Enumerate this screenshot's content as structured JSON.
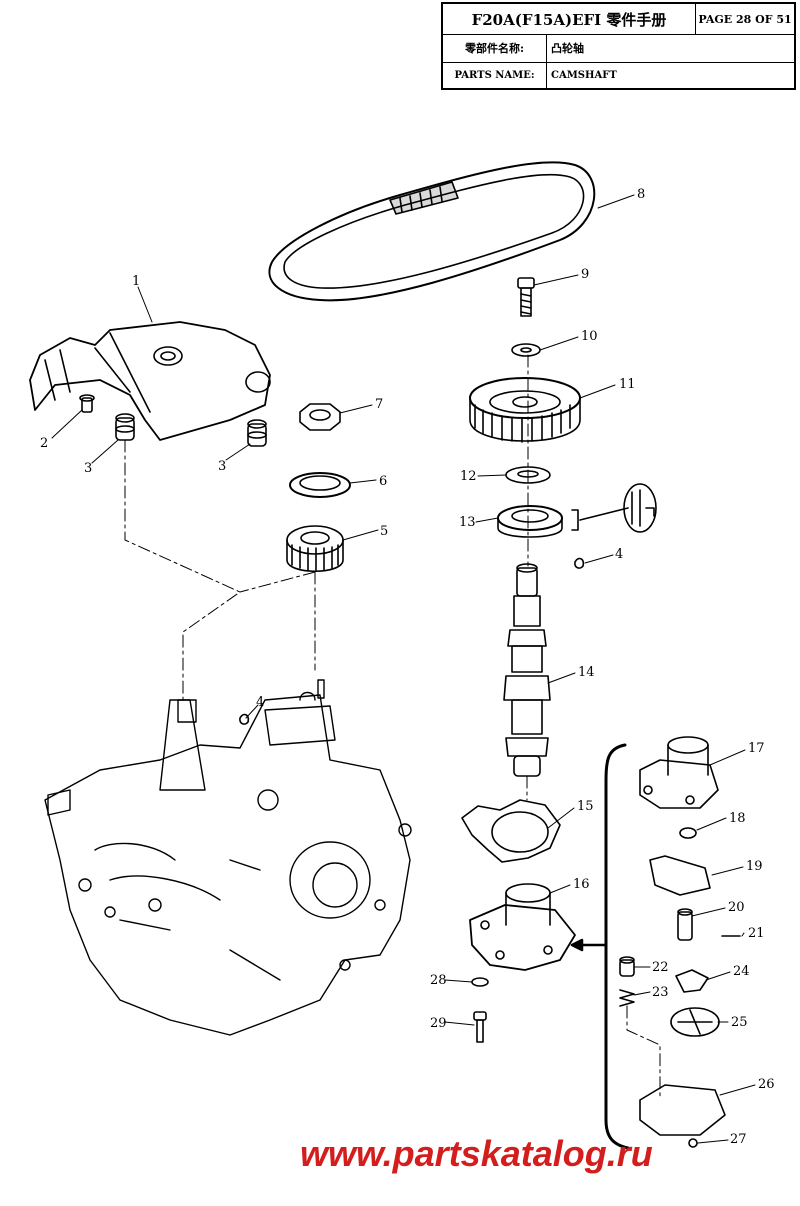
{
  "header": {
    "model_title": "F20A(F15A)EFI 零件手册",
    "page_label": "PAGE 28 OF 51",
    "cn_name_label": "零部件名称:",
    "cn_name_value": "凸轮轴",
    "en_name_label": "PARTS NAME:",
    "en_name_value": "CAMSHAFT"
  },
  "callouts": [
    "1",
    "2",
    "3",
    "3",
    "4",
    "4",
    "4",
    "5",
    "6",
    "7",
    "8",
    "9",
    "10",
    "11",
    "12",
    "13",
    "14",
    "15",
    "16",
    "17",
    "18",
    "19",
    "20",
    "21",
    "22",
    "23",
    "24",
    "25",
    "26",
    "27",
    "28",
    "29"
  ],
  "watermark": "www.partskatalog.ru",
  "colors": {
    "line": "#000000",
    "watermark": "#d41d1d"
  }
}
